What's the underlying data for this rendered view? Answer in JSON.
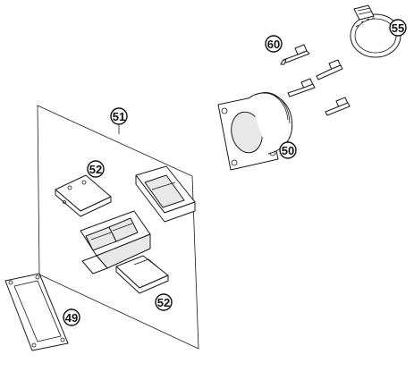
{
  "callouts": {
    "c60": "60",
    "c55": "55",
    "c51": "51",
    "c50": "50",
    "c52a": "52",
    "c52b": "52",
    "c49": "49"
  }
}
